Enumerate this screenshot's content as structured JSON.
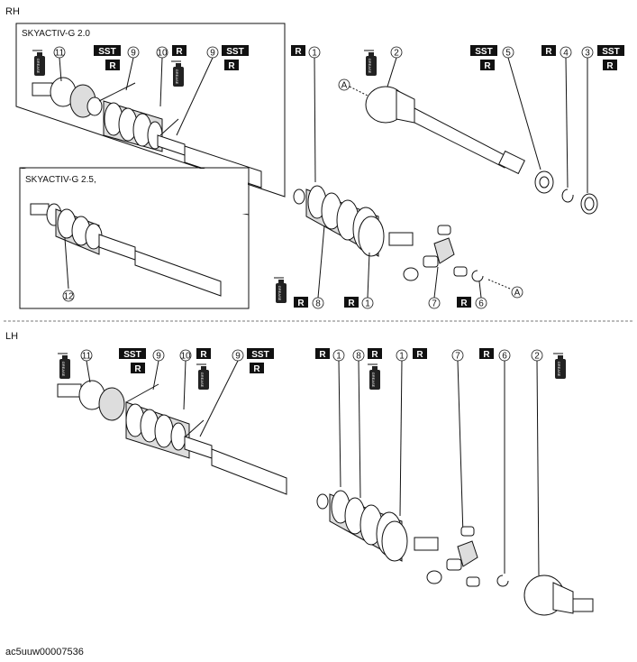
{
  "sections": {
    "rh": "RH",
    "lh": "LH",
    "skyactiv_20": "SKYACTIV-G 2.0",
    "skyactiv_25": "SKYACTIV-G 2.5,"
  },
  "tags": {
    "sst": "SST",
    "r": "R"
  },
  "callouts": {
    "a": "A",
    "n1": "1",
    "n2": "2",
    "n3": "3",
    "n4": "4",
    "n5": "5",
    "n6": "6",
    "n7": "7",
    "n8": "8",
    "n9": "9",
    "n10": "10",
    "n11": "11",
    "n12": "12"
  },
  "figure_code": "ac5uuw00007536"
}
